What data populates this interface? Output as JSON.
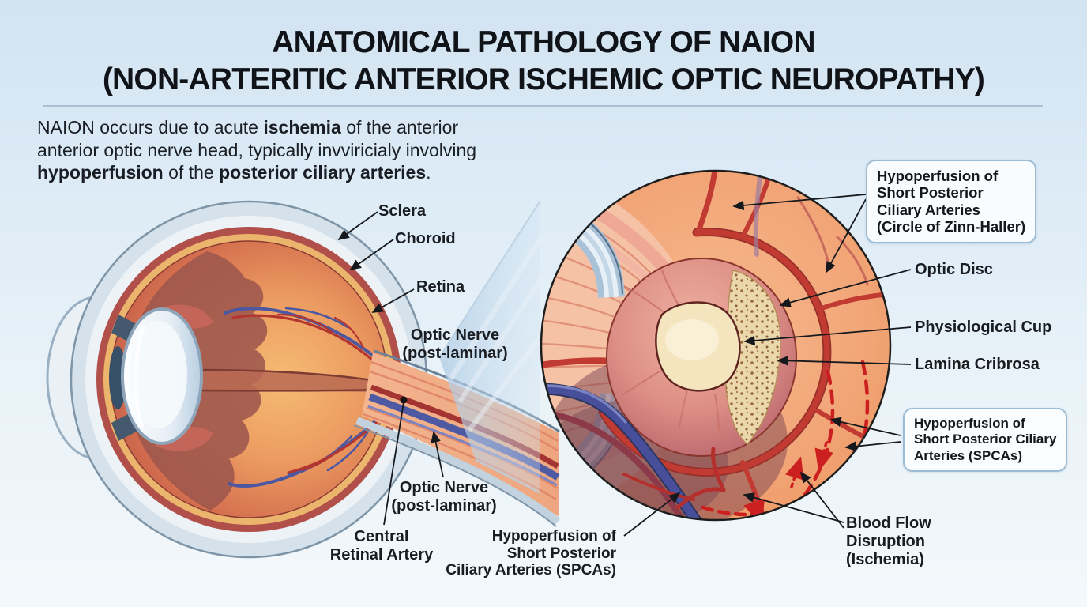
{
  "title": {
    "text": "ANATOMICAL PATHOLOGY OF NAION\n(NON-ARTERITIC ANTERIOR ISCHEMIC OPTIC NEUROPATHY)"
  },
  "intro": {
    "seg1": "NAION occurs due to acute ",
    "seg2": "ischemia",
    "seg3": " of the anterior\nanterior optic nerve head, typically invviricialy involving\n",
    "seg4": "hypoperfusion",
    "seg5": " of the ",
    "seg6": "posterior ciliary arteries",
    "seg7": "."
  },
  "eye_labels": {
    "sclera": "Sclera",
    "choroid": "Choroid",
    "retina": "Retina",
    "optic_nerve_upper": "Optic Nerve\n(post-laminar)",
    "optic_nerve_lower": "Optic Nerve\n(post-laminar)",
    "central_retinal_artery": "Central\nRetinal Artery",
    "spca_bottom": "Hypoperfusion of\nShort Posterior\nCiliary Arteries (SPCAs)"
  },
  "disc_labels": {
    "zinn_haller_box": "Hypoperfusion of\nShort Posterior\nCiliary Arteries\n(Circle of Zinn-Haller)",
    "optic_disc": "Optic Disc",
    "physiological_cup": "Physiological Cup",
    "lamina_cribrosa": "Lamina Cribrosa",
    "spca_box": "Hypoperfusion of\nShort Posterior Ciliary\nArteries (SPCAs)",
    "blood_flow": "Blood Flow\nDisruption\n(Ischemia)"
  },
  "colors": {
    "background_top": "#d2e3f1",
    "artery_red": "#c23b33",
    "vein_blue": "#4a549e",
    "ischemia_dash_red": "#cc1f1f",
    "box_border": "#9cbbd2",
    "text_dark": "#14171c"
  }
}
